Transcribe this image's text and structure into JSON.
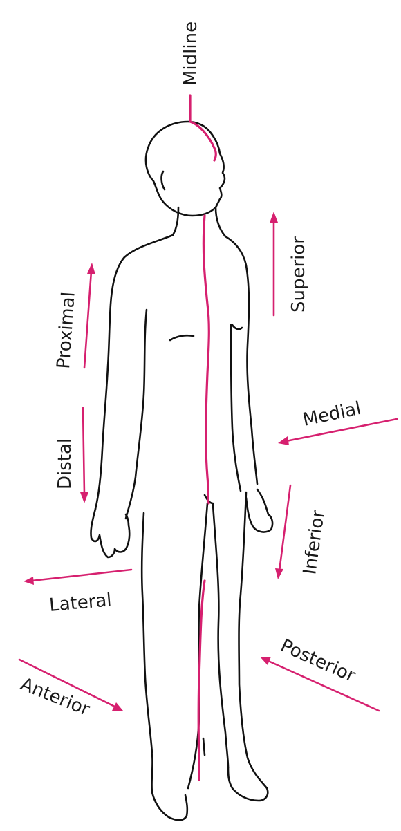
{
  "colors": {
    "accent": "#d6206f",
    "outline": "#111111",
    "text": "#1a1a1a"
  },
  "labels": {
    "midline": "Midline",
    "superior": "Superior",
    "proximal": "Proximal",
    "medial": "Medial",
    "distal": "Distal",
    "inferior": "Inferior",
    "lateral": "Lateral",
    "posterior": "Posterior",
    "anterior": "Anterior"
  }
}
